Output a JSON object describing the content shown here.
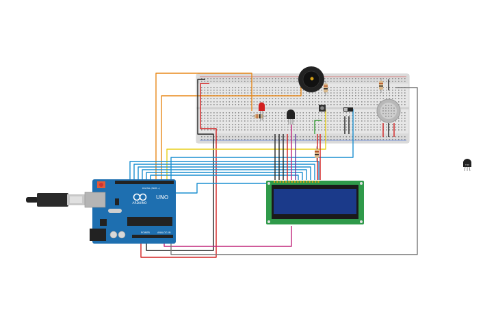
{
  "arduino": {
    "brand_label": "ARDUINO",
    "model_label": "UNO",
    "digital_label": "DIGITAL (PWM ~)",
    "power_label": "POWER",
    "analog_label": "ANALOG IN"
  },
  "colors": {
    "breadboard": "#e6e6e6",
    "arduino_board": "#1e6fb0",
    "lcd_board": "#2f9a4a",
    "lcd_screen": "#1b3a8a",
    "wire_orange": "#e8891a",
    "wire_red": "#d22020",
    "wire_black": "#222222",
    "wire_blue": "#1a8fd0",
    "wire_yellow": "#e8cf1a",
    "wire_green": "#3aa03a",
    "wire_magenta": "#c0257a",
    "wire_gray": "#777777"
  },
  "components": {
    "buzzer": "piezo-buzzer",
    "led": "red-led",
    "gas_sensor": "gas-sensor",
    "pushbutton": "pushbutton",
    "slide_switch": "slide-switch",
    "temperature_sensor": "temperature-sensor"
  }
}
